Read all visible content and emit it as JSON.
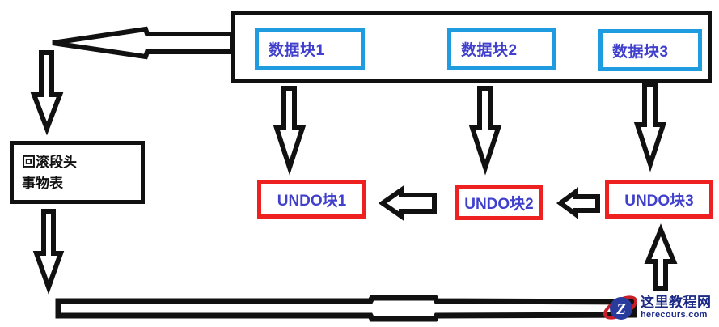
{
  "diagram": {
    "title": "Oracle UNDO / rollback segment diagram",
    "container": {
      "name": "data-block-container",
      "blocks": [
        {
          "label": "数据块1"
        },
        {
          "label": "数据块2"
        },
        {
          "label": "数据块3"
        }
      ]
    },
    "left_box": {
      "line1": "回滚段头",
      "line2": "事物表"
    },
    "undo_blocks": [
      {
        "label": "UNDO块1"
      },
      {
        "label": "UNDO块2"
      },
      {
        "label": "UNDO块3"
      }
    ],
    "arrows": [
      {
        "name": "arrow-left-long",
        "direction": "left"
      },
      {
        "name": "arrow-down-top-left",
        "direction": "down"
      },
      {
        "name": "arrow-down-left-box",
        "direction": "down"
      },
      {
        "name": "arrow-down-data-block-1",
        "direction": "down"
      },
      {
        "name": "arrow-down-data-block-2",
        "direction": "down"
      },
      {
        "name": "arrow-down-data-block-3",
        "direction": "down"
      },
      {
        "name": "arrow-left-undo-1",
        "direction": "left"
      },
      {
        "name": "arrow-left-undo-2",
        "direction": "left"
      },
      {
        "name": "arrow-up-right",
        "direction": "up"
      }
    ],
    "bottom_bar": {
      "name": "undo-tablespace-bar"
    }
  },
  "watermark": {
    "site_name": "这里教程网",
    "domain": "herecours.com",
    "logo_letter": "Z"
  },
  "colors": {
    "data_block_border": "#1f9ce0",
    "undo_block_border": "#ee2020",
    "block_text": "#4040cc",
    "outline": "#111111",
    "watermark_text": "#1b2a86",
    "watermark_logo_blue": "#2a3b9e",
    "watermark_logo_red": "#c81e2a",
    "background": "#ffffff"
  }
}
